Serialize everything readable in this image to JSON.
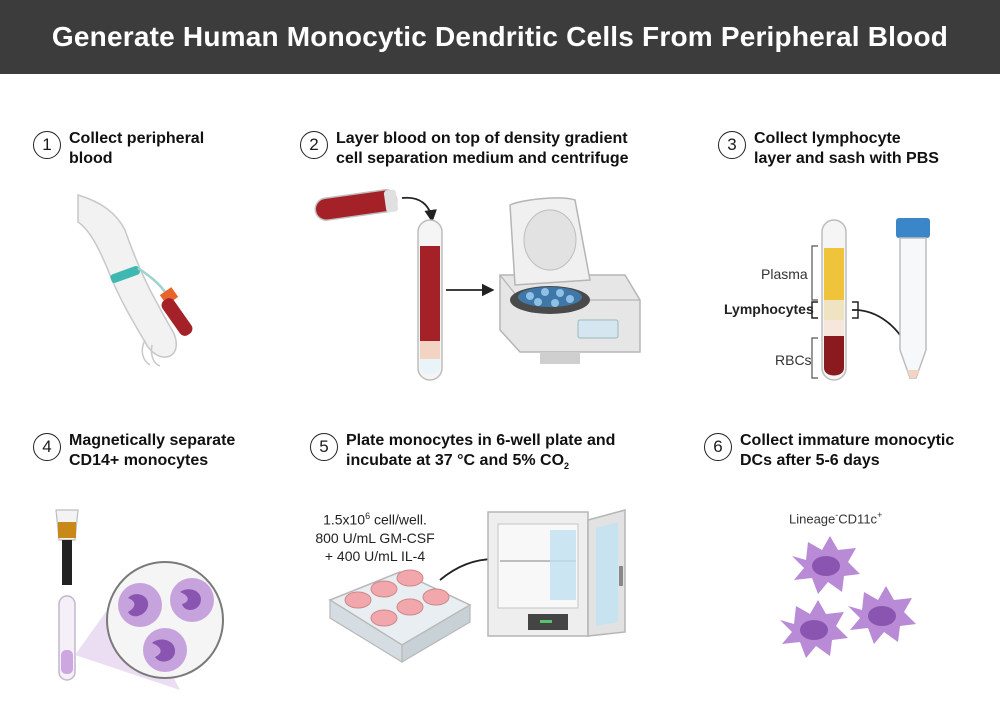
{
  "title": "Generate Human Monocytic Dendritic Cells From Peripheral Blood",
  "steps": [
    {
      "num": "1",
      "line1": "Collect peripheral",
      "line2": "blood"
    },
    {
      "num": "2",
      "line1": "Layer blood on top of density gradient",
      "line2": "cell separation medium and centrifuge"
    },
    {
      "num": "3",
      "line1": "Collect lymphocyte",
      "line2": "layer and sash with PBS"
    },
    {
      "num": "4",
      "line1": "Magnetically separate",
      "line2": "CD14+ monocytes"
    },
    {
      "num": "5",
      "line1": "Plate monocytes in 6-well plate and",
      "line2_pre": "incubate at 37 °C and 5% CO",
      "line2_sub": "2"
    },
    {
      "num": "6",
      "line1": "Collect immature monocytic",
      "line2": "DCs after 5-6 days"
    }
  ],
  "tube_labels": {
    "plasma": "Plasma",
    "lymphocytes": "Lymphocytes",
    "rbcs": "RBCs"
  },
  "culture": {
    "line1_pre": "1.5x10",
    "line1_sup": "6",
    "line1_post": " cell/well.",
    "line2": "800 U/mL GM-CSF",
    "line3": "+ 400 U/mL IL-4"
  },
  "marker": {
    "pre": "Lineage",
    "sup1": "-",
    "mid": "CD11c",
    "sup2": "+"
  },
  "colors": {
    "header_bg": "#3c3c3c",
    "blood": "#a52128",
    "plasma": "#f0c43a",
    "cell": "#b98ad6",
    "nucleus": "#8a55b0",
    "tube_cap": "#3a86c8"
  }
}
